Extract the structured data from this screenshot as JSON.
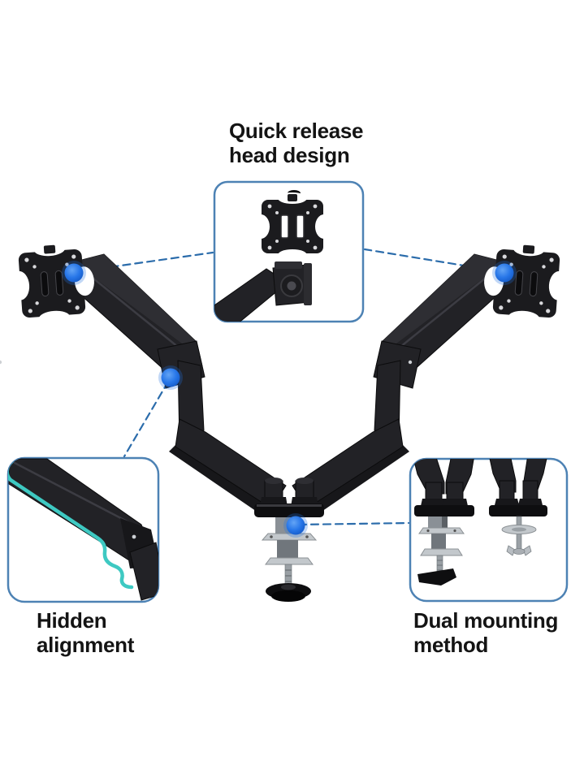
{
  "callouts": {
    "quick_release": {
      "label": "Quick release\nhead design"
    },
    "hidden_alignment": {
      "label": "Hidden\nalignment"
    },
    "dual_mounting": {
      "label": "Dual mounting\nmethod"
    }
  },
  "colors": {
    "background": "#ffffff",
    "text": "#141414",
    "box-border": "#4d82b4",
    "connector": "#2b6cab",
    "feature-dot": "#1f6fe0",
    "cable": "#3ec9c2",
    "product-black": "#1d1d20",
    "metal-silver": "#c3c8cc"
  }
}
